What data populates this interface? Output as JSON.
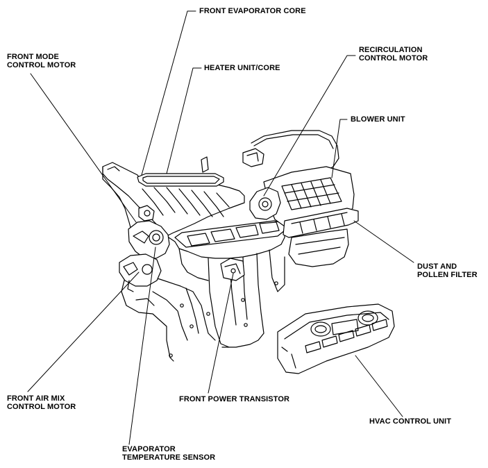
{
  "diagram": {
    "ink_color": "#000000",
    "background_color": "#ffffff",
    "labels": {
      "front_evaporator_core": "FRONT EVAPORATOR CORE",
      "front_mode_control_motor": [
        "FRONT MODE",
        "CONTROL MOTOR"
      ],
      "heater_unit_core": "HEATER UNIT/CORE",
      "recirculation_control_motor": [
        "RECIRCULATION",
        "CONTROL MOTOR"
      ],
      "blower_unit": "BLOWER UNIT",
      "dust_and_pollen_filter": [
        "DUST AND",
        "POLLEN FILTER"
      ],
      "front_air_mix_control_motor": [
        "FRONT AIR MIX",
        "CONTROL MOTOR"
      ],
      "front_power_transistor": "FRONT POWER TRANSISTOR",
      "hvac_control_unit": "HVAC CONTROL UNIT",
      "evaporator_temperature_sensor": [
        "EVAPORATOR",
        "TEMPERATURE SENSOR"
      ]
    }
  }
}
